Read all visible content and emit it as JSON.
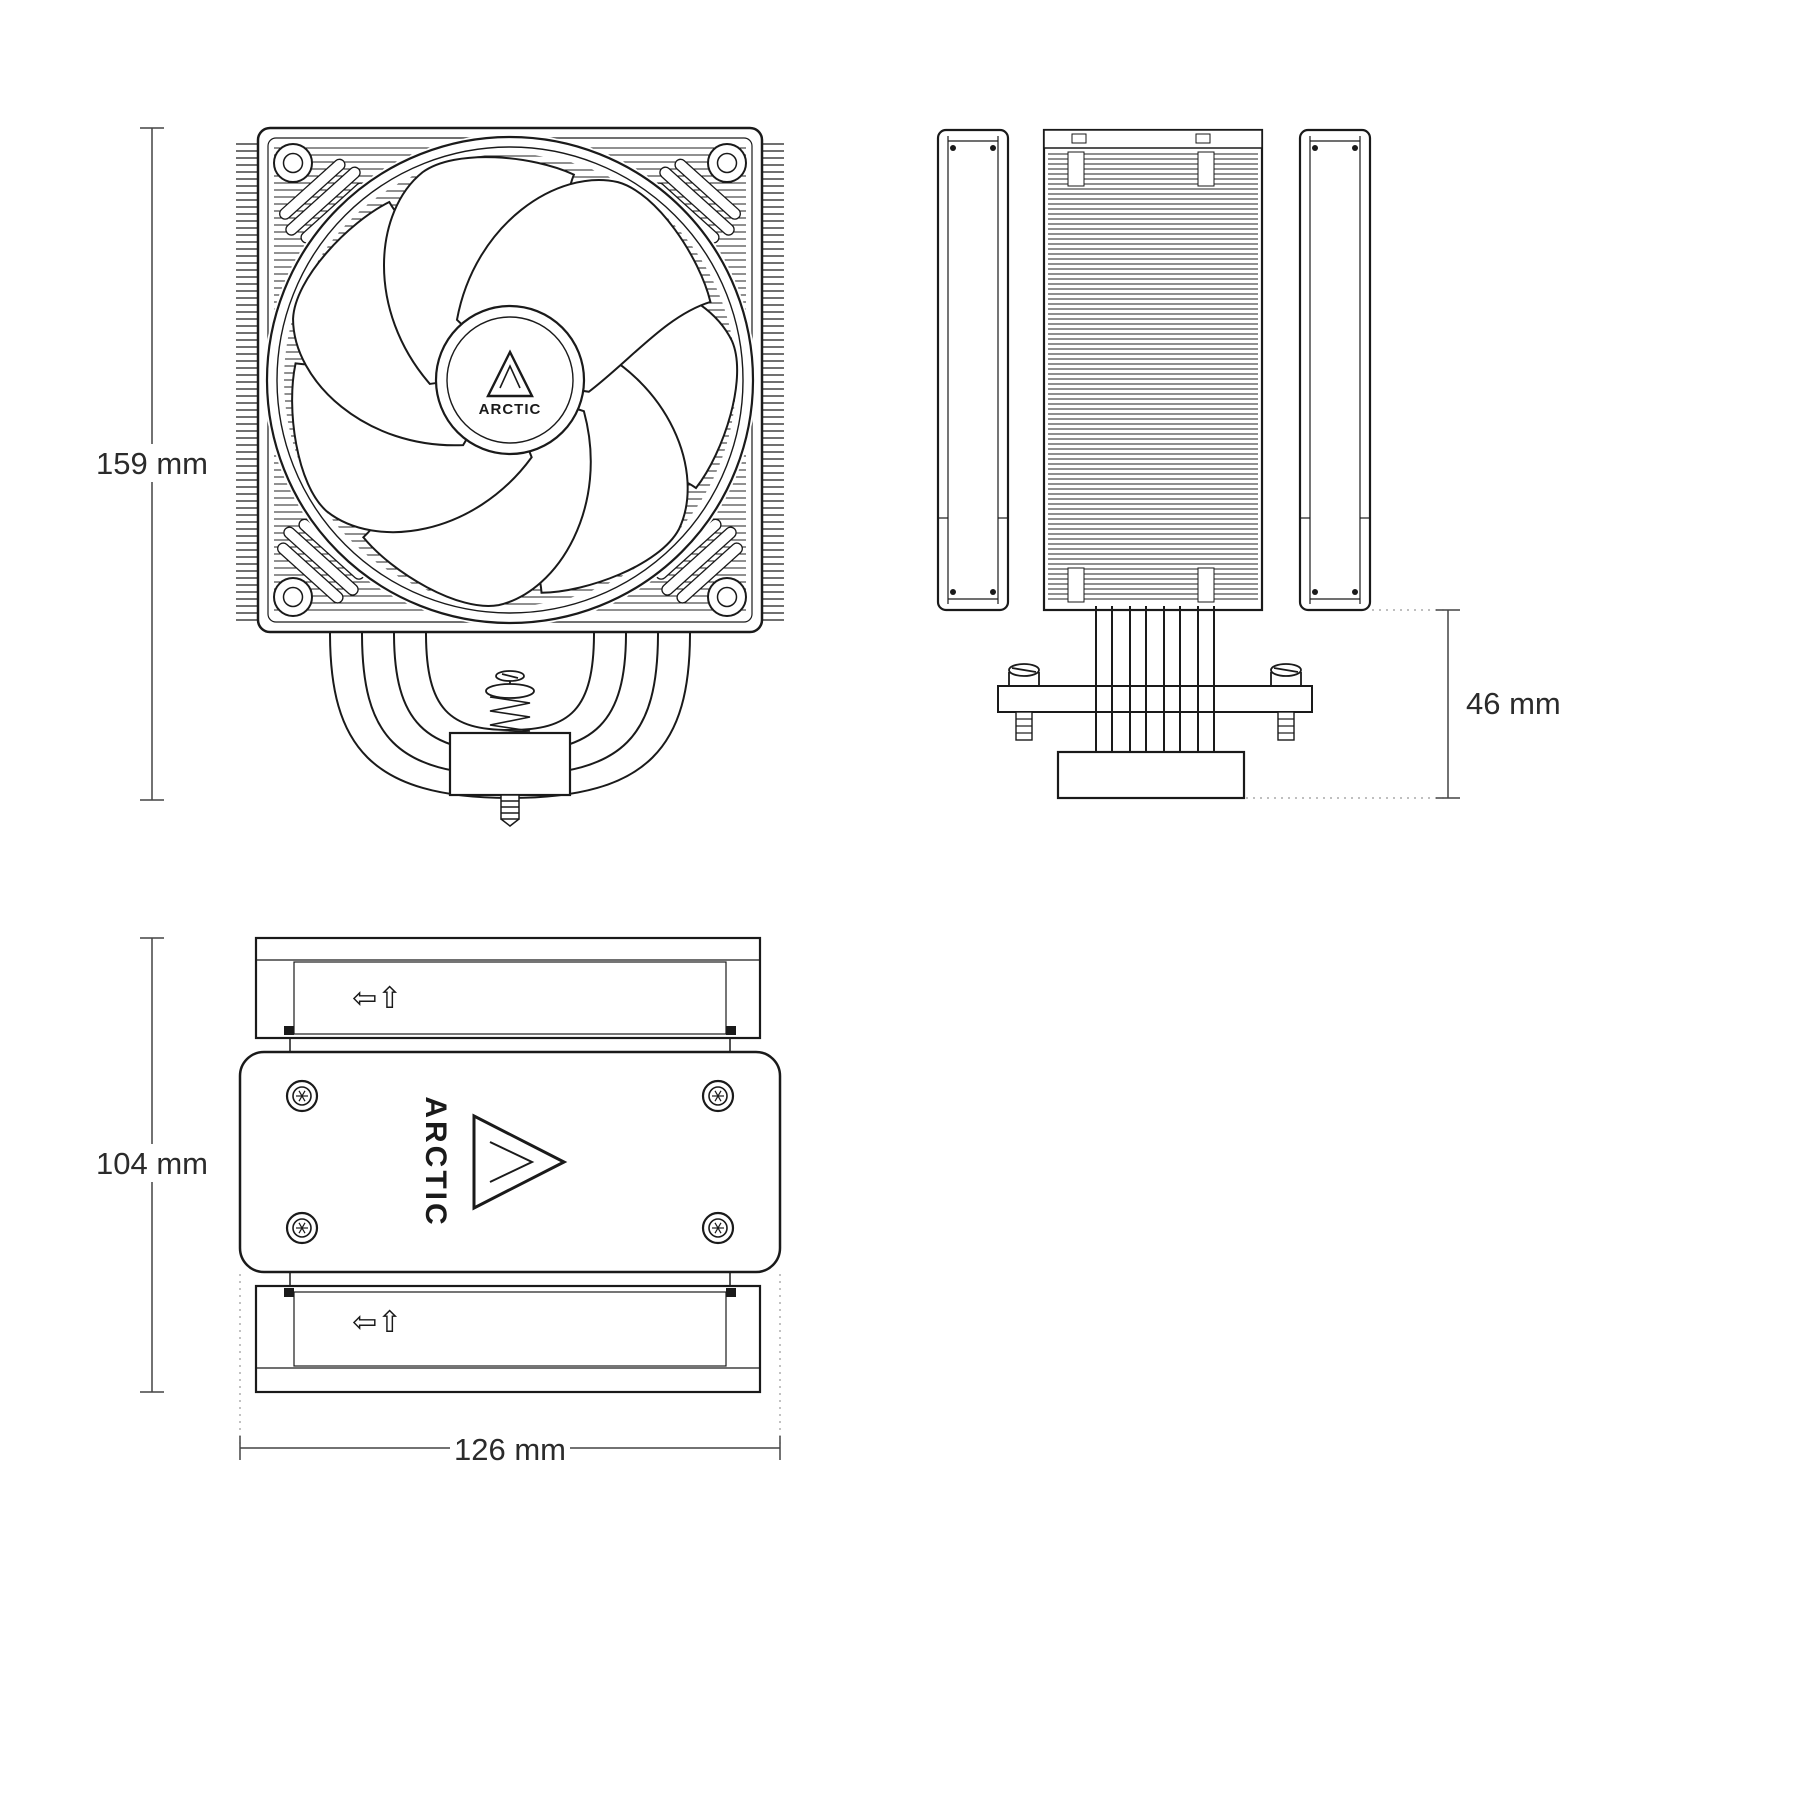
{
  "brand": "ARCTIC",
  "dimensions": {
    "front_height": "159 mm",
    "base_clearance": "46 mm",
    "top_depth": "104 mm",
    "top_width": "126 mm"
  },
  "glyphs": {
    "fan_direction": "⇦⇧"
  },
  "colors": {
    "line": "#1a1a1a",
    "dimension_line": "#444444",
    "dotted_leader": "#999999",
    "background": "#ffffff"
  }
}
